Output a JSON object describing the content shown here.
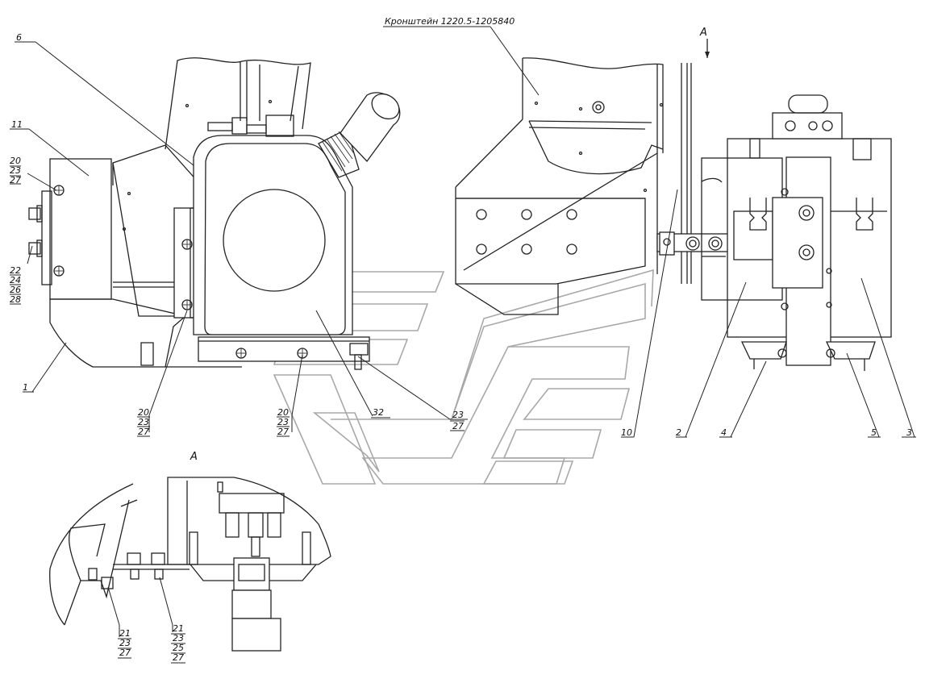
{
  "view_label": "A",
  "bracket_caption": "Кронштейн 1220.5-1205840",
  "callouts": {
    "c6": "6",
    "c11": "11",
    "c1": "1",
    "c32": "32",
    "c10": "10",
    "c2": "2",
    "c4": "4",
    "c5": "5",
    "c3": "3",
    "s_left_top": [
      "20",
      "23",
      "27"
    ],
    "s_left_bottom": [
      "22",
      "24",
      "26",
      "28"
    ],
    "s_mid_left": [
      "20",
      "23",
      "27"
    ],
    "s_mid_center": [
      "20",
      "23",
      "27"
    ],
    "s_mid_right": [
      "23",
      "27"
    ],
    "s_detail_a": [
      "21",
      "23",
      "27"
    ],
    "s_detail_b": [
      "21",
      "23",
      "25",
      "27"
    ]
  },
  "colors": {
    "line": "#222222",
    "watermark": "#a8a8a8",
    "background": "#ffffff"
  }
}
